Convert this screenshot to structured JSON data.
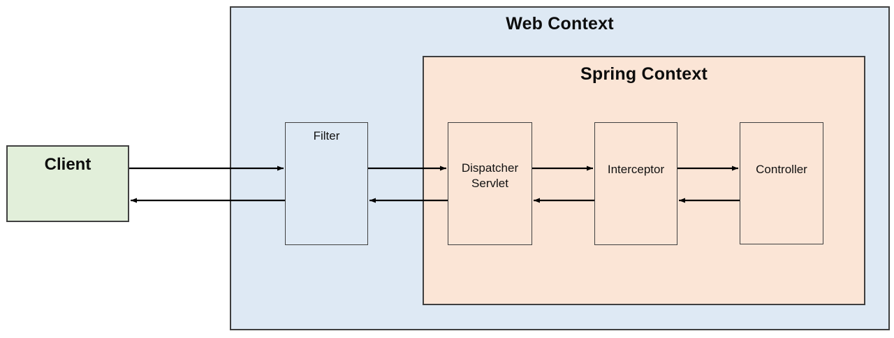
{
  "containers": {
    "web_context": {
      "label": "Web Context",
      "bg_color": "#dee9f4",
      "border_color": "#3f3f3f"
    },
    "spring_context": {
      "label": "Spring Context",
      "bg_color": "#fbe5d6",
      "border_color": "#3f3f3f"
    }
  },
  "nodes": {
    "client": {
      "label": "Client",
      "bg_color": "#e2efda"
    },
    "filter": {
      "label": "Filter",
      "bg_color": "#dee9f4"
    },
    "dispatcher": {
      "label": "Dispatcher Servlet",
      "bg_color": "#fbe5d6"
    },
    "interceptor": {
      "label": "Interceptor",
      "bg_color": "#fbe5d6"
    },
    "controller": {
      "label": "Controller",
      "bg_color": "#fbe5d6"
    }
  },
  "edges": [
    {
      "from": "Client",
      "to": "Filter",
      "direction": "request"
    },
    {
      "from": "Filter",
      "to": "Dispatcher Servlet",
      "direction": "request"
    },
    {
      "from": "Dispatcher Servlet",
      "to": "Interceptor",
      "direction": "request"
    },
    {
      "from": "Interceptor",
      "to": "Controller",
      "direction": "request"
    },
    {
      "from": "Controller",
      "to": "Interceptor",
      "direction": "response"
    },
    {
      "from": "Interceptor",
      "to": "Dispatcher Servlet",
      "direction": "response"
    },
    {
      "from": "Dispatcher Servlet",
      "to": "Filter",
      "direction": "response"
    },
    {
      "from": "Filter",
      "to": "Client",
      "direction": "response"
    }
  ],
  "arrow_color": "#000000"
}
